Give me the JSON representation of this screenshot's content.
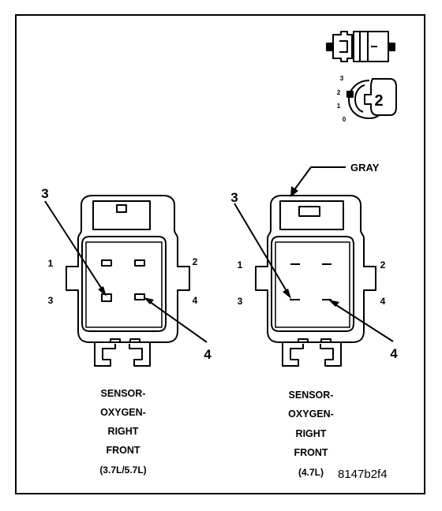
{
  "wire_color": "GRAY",
  "figure_id": "8147b2f4",
  "icon": {
    "number": "2",
    "scale_numbers": [
      "3",
      "2",
      "1",
      "0"
    ]
  },
  "left_connector": {
    "callout_left": "3",
    "callout_right": "4",
    "pins": [
      "1",
      "2",
      "3",
      "4"
    ],
    "caption": [
      "SENSOR-",
      "OXYGEN-",
      "RIGHT",
      "FRONT",
      "(3.7L/5.7L)"
    ]
  },
  "right_connector": {
    "callout_left": "3",
    "callout_right": "4",
    "pins": [
      "1",
      "2",
      "3",
      "4"
    ],
    "caption": [
      "SENSOR-",
      "OXYGEN-",
      "RIGHT",
      "FRONT",
      "(4.7L)"
    ]
  }
}
